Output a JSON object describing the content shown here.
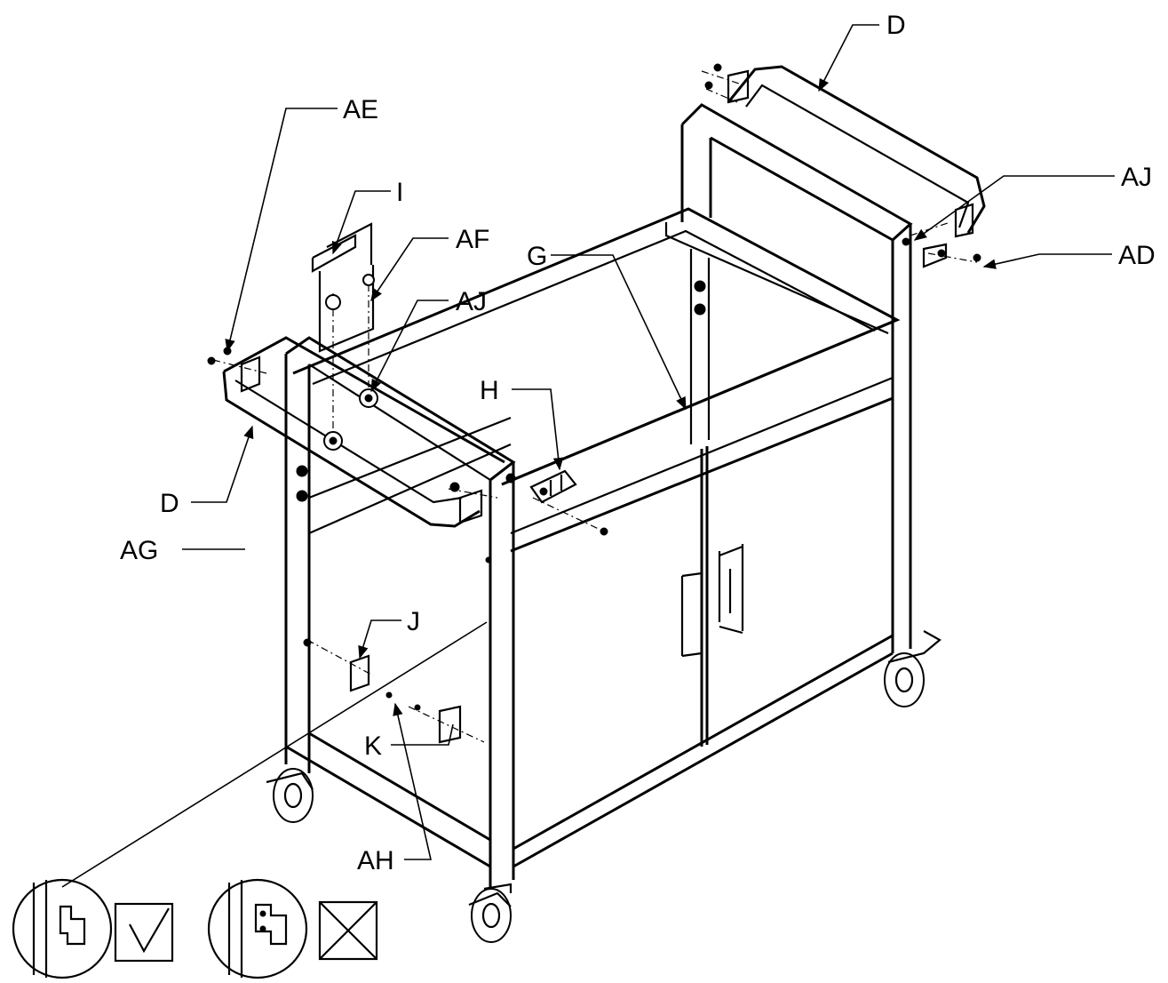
{
  "labels": {
    "D_top": "D",
    "D_left": "D",
    "AE": "AE",
    "I": "I",
    "AF": "AF",
    "AJ_center": "AJ",
    "AJ_right": "AJ",
    "AD": "AD",
    "G": "G",
    "H": "H",
    "AG": "AG",
    "J": "J",
    "K": "K",
    "AH": "AH"
  },
  "detail_marks": {
    "correct": "check",
    "incorrect": "cross"
  }
}
